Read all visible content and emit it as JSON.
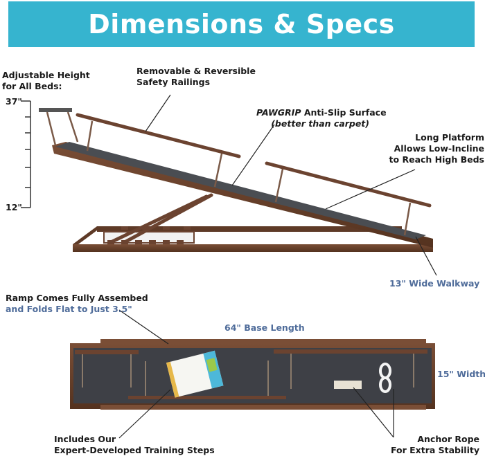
{
  "header": {
    "title": "Dimensions & Specs",
    "background_color": "#36b4cf",
    "text_color": "#ffffff"
  },
  "height_scale": {
    "label_line1": "Adjustable Height",
    "label_line2": "for All Beds:",
    "max_label": "37\"",
    "min_label": "12\""
  },
  "callouts": {
    "railings": {
      "line1": "Removable & Reversible",
      "line2": "Safety Railings"
    },
    "surface": {
      "brand": "PAWGRIP",
      "line1_rest": " Anti-Slip Surface",
      "line2": "(better than carpet)"
    },
    "platform": {
      "line1": "Long Platform",
      "line2": "Allows Low-Incline",
      "line3": "to Reach High Beds"
    },
    "walkway": {
      "text": "13\" Wide Walkway"
    },
    "assembled": {
      "line1": "Ramp Comes Fully Assembed",
      "line2": "and Folds Flat to Just 3.5\""
    },
    "base_length": {
      "text": "64\" Base Length"
    },
    "width": {
      "text": "15\" Width"
    },
    "training": {
      "line1": "Includes Our",
      "line2": "Expert-Developed Training Steps"
    },
    "anchor": {
      "line1": "Anchor Rope",
      "line2": "For Extra Stability"
    }
  },
  "colors": {
    "accent_blue_text": "#4f6c9a",
    "wood": "#6b4330",
    "mat": "#4a4d52"
  }
}
